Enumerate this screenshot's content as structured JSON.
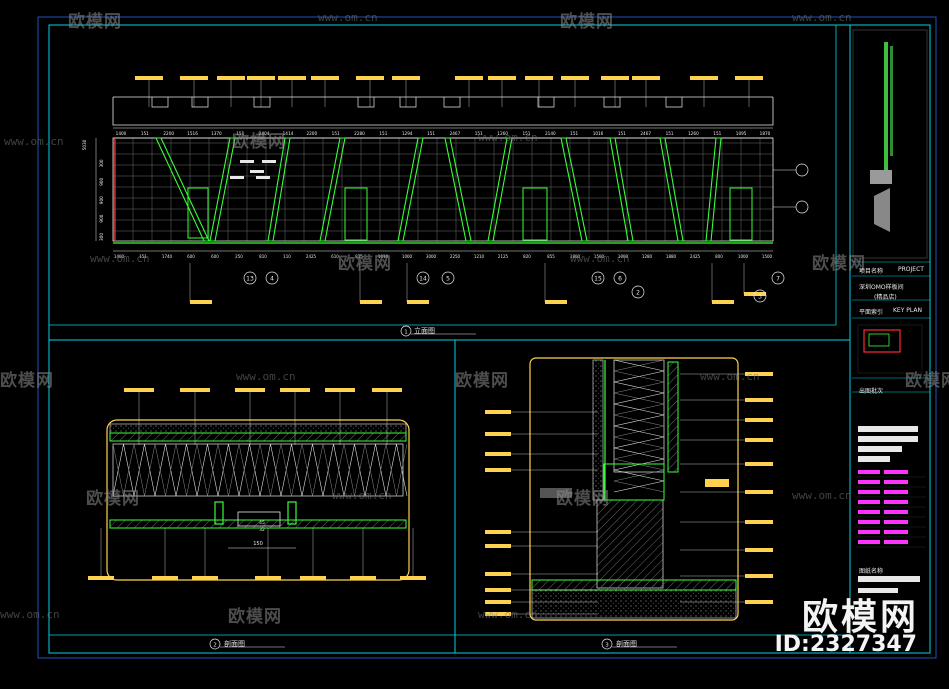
{
  "watermark": {
    "brand": "欧模网",
    "url": "www.om.cn",
    "id": "ID:2327347"
  },
  "title_block": {
    "project_label": "项目名称",
    "project_en": "PROJECT",
    "project_name_line1": "深圳OMO样板间",
    "project_name_line2": "(精品店)",
    "keyplan_label": "平面索引",
    "keyplan_en": "KEY PLAN",
    "issue_label": "出图批次",
    "drawing_name_label": "图纸名称"
  },
  "views": {
    "elevation": {
      "index": "1",
      "title": "立面图"
    },
    "section_a": {
      "index": "2",
      "title": "剖面图"
    },
    "section_b": {
      "index": "3",
      "title": "剖面图"
    }
  },
  "elevation_dims_top": [
    "1400",
    "151",
    "2200",
    "1516",
    "1370",
    "151",
    "2404",
    "1414",
    "2200",
    "151",
    "2280",
    "151",
    "1294",
    "151",
    "2467",
    "151",
    "1260",
    "151",
    "2140",
    "151",
    "1016",
    "151",
    "2467",
    "151",
    "1260",
    "151",
    "1095",
    "1870"
  ],
  "elevation_dims_bottom": [
    "1400",
    "151",
    "1740",
    "600",
    "600",
    "250",
    "810",
    "110",
    "2425",
    "610",
    "815",
    "1010",
    "1000",
    "3000",
    "2250",
    "1210",
    "2125",
    "820",
    "855",
    "1800",
    "1500",
    "1000",
    "1280",
    "1880",
    "2425",
    "800",
    "1000",
    "1500"
  ],
  "elevation_vert_dims": [
    "5030",
    "300",
    "900",
    "900",
    "900",
    "300"
  ],
  "elevation_callouts": [
    "13",
    "4",
    "14",
    "5",
    "15",
    "6",
    "7",
    "2",
    "3"
  ],
  "section_dims": [
    "150",
    "45",
    "32"
  ],
  "colors": {
    "frame": "#00d2e6",
    "green": "#37ff37",
    "yellow": "#ffd24d",
    "white": "#e8e8e8",
    "magenta": "#ff33ff",
    "red": "#ff2a2a"
  }
}
